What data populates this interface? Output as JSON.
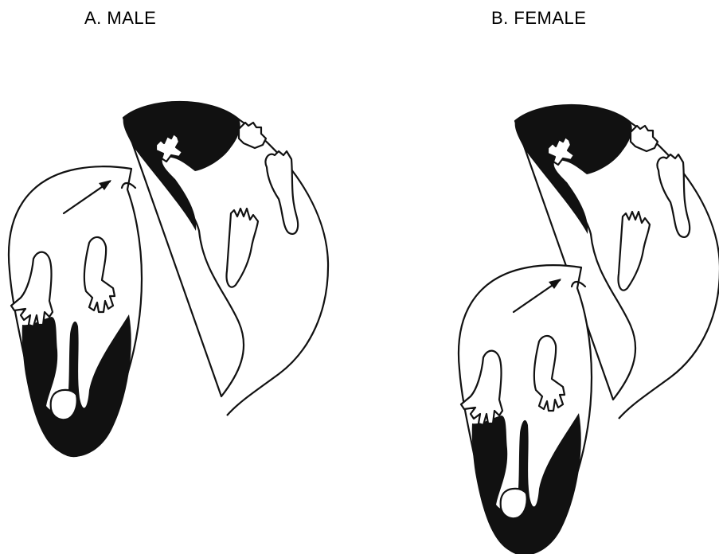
{
  "panels": [
    {
      "id": "male",
      "label": "A. MALE"
    },
    {
      "id": "female",
      "label": "B. FEMALE"
    }
  ],
  "colors": {
    "ink": "#111111",
    "background": "#ffffff"
  }
}
